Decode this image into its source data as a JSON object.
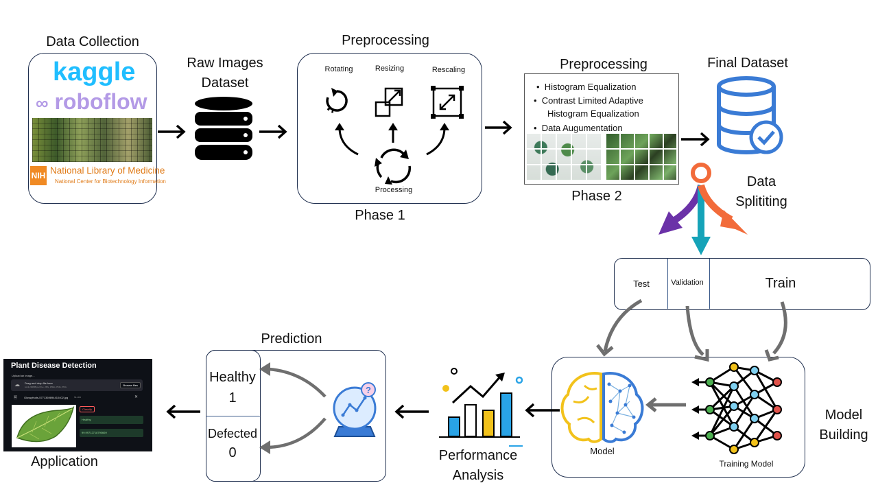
{
  "data_collection": {
    "title": "Data Collection",
    "sources": {
      "kaggle": "kaggle",
      "roboflow": "roboflow",
      "nih_badge": "NIH",
      "nlm": "National Library of Medicine",
      "ncbi": "National Center for Biotechnology Information"
    }
  },
  "raw_dataset": {
    "line1": "Raw Images",
    "line2": "Dataset"
  },
  "preprocessing1": {
    "title": "Preprocessing",
    "steps": {
      "rotating": "Rotating",
      "resizing": "Resizing",
      "rescaling": "Rescaling",
      "processing": "Processing"
    },
    "phase": "Phase 1"
  },
  "preprocessing2": {
    "title": "Preprocessing",
    "items": [
      "Histogram Equalization",
      "Contrast Limited Adaptive",
      "Histogram Equalization",
      "Data Augumentation"
    ],
    "phase": "Phase 2"
  },
  "final_dataset": {
    "title": "Final Dataset"
  },
  "splitting": {
    "line1": "Data",
    "line2": "Splititing",
    "test": "Test",
    "validation": "Validation",
    "train": "Train"
  },
  "model_building": {
    "line1": "Model",
    "line2": "Building",
    "model_label": "Model",
    "training_label": "Training Model"
  },
  "performance": {
    "line1": "Performance",
    "line2": "Analysis"
  },
  "prediction": {
    "title": "Prediction",
    "healthy_label": "Healthy",
    "healthy_value": "1",
    "defected_label": "Defected",
    "defected_value": "0"
  },
  "application": {
    "label": "Application",
    "app_title": "Plant Disease Detection",
    "upload_label": "Upload an image...",
    "drop_text": "Drag and drop file here",
    "limit_text": "Limit 200MB per file • JPG, JPEG, PNG, PNG",
    "browse": "Browse files",
    "file_name": "Glossyfruits-5771369894410402.jpg",
    "file_size": "56.1KB",
    "classify": "Classify",
    "result": "Healthy",
    "confidence": "99.99712718790669"
  },
  "colors": {
    "purple": "#6b32a8",
    "teal": "#16a3b8",
    "orange": "#f26b3a",
    "gray_arrow": "#6f6f6f",
    "db_blue": "#3a7bd5",
    "dark_box": "#1f2f4f"
  }
}
